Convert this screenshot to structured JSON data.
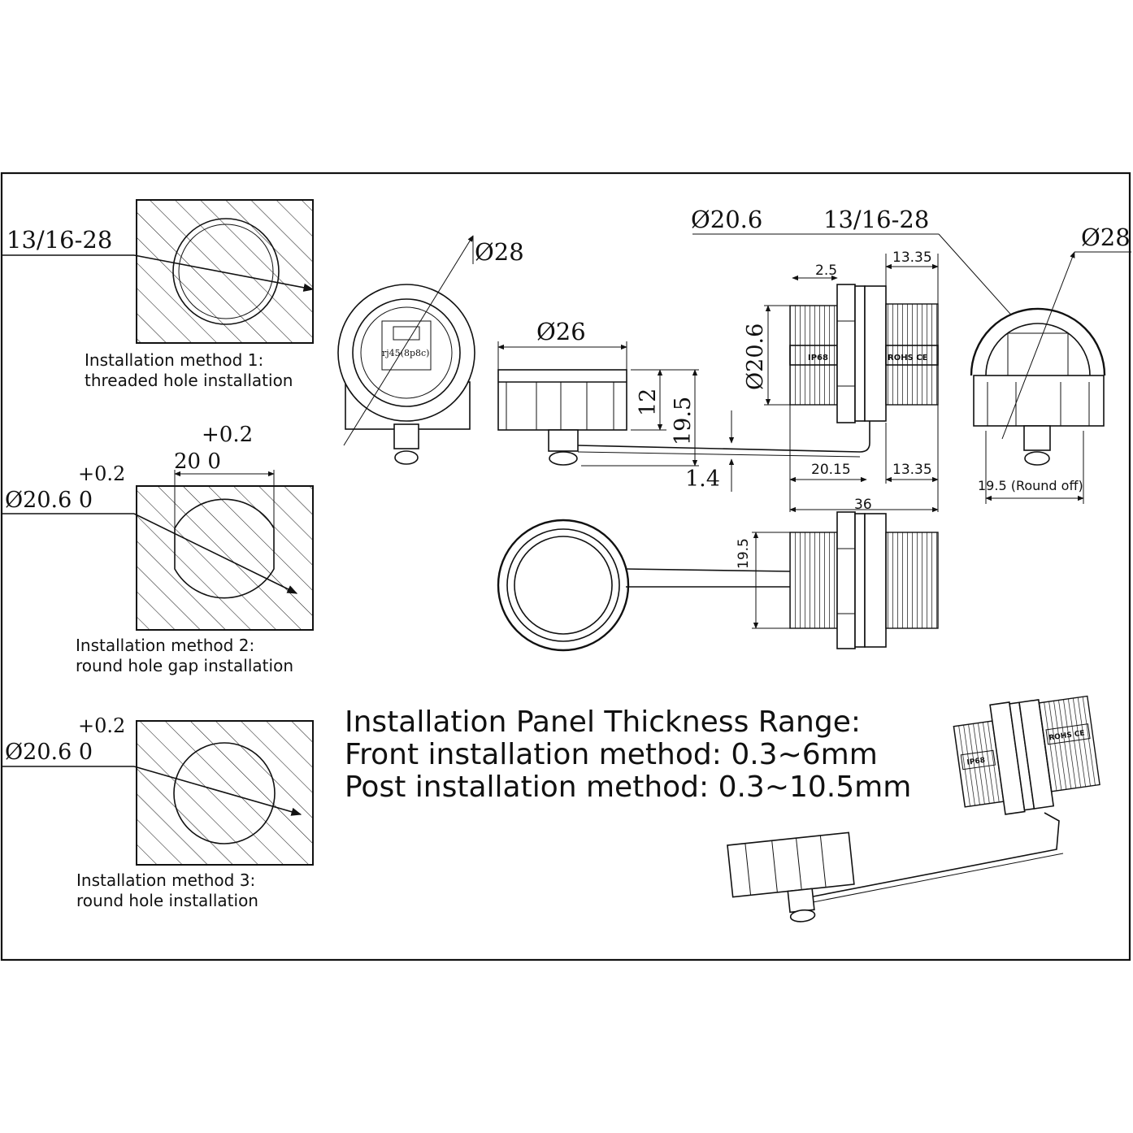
{
  "methods": [
    {
      "dim_top": "13/16-28",
      "caption_line1": "Installation method 1:",
      "caption_line2": "threaded hole installation"
    },
    {
      "dim_tol": "+0.2",
      "dim_dia": "Ø20.6  0",
      "width_tol": "+0.2",
      "width": "20  0",
      "caption_line1": "Installation method 2:",
      "caption_line2": "round hole gap installation"
    },
    {
      "dim_tol": "+0.2",
      "dim_dia": "Ø20.6  0",
      "caption_line1": "Installation method 3:",
      "caption_line2": "round hole installation"
    }
  ],
  "front_view": {
    "dia_label": "Ø28",
    "port_label": "rj45(8p8c)"
  },
  "cap_side_view": {
    "dia_label": "Ø26",
    "h_12": "12",
    "h_19_5": "19.5",
    "h_1_4": "1.4"
  },
  "side_view": {
    "dia_label": "Ø20.6",
    "thread_label": "13/16-28",
    "d_2_5": "2.5",
    "d_13_35_top": "13.35",
    "d_vert": "Ø20.6",
    "d_20_15": "20.15",
    "d_13_35_bottom": "13.35",
    "d_36": "36",
    "mark_ip": "IP68",
    "mark_rohs": "ROHS CE"
  },
  "rear_view": {
    "dia_label": "Ø28",
    "round_off": "19.5 (Round off)"
  },
  "bottom_view": {
    "d_19_5": "19.5"
  },
  "panel_thickness": {
    "line1": "Installation Panel Thickness Range:",
    "line2": "Front installation method: 0.3~6mm",
    "line3": "Post installation method: 0.3~10.5mm"
  }
}
